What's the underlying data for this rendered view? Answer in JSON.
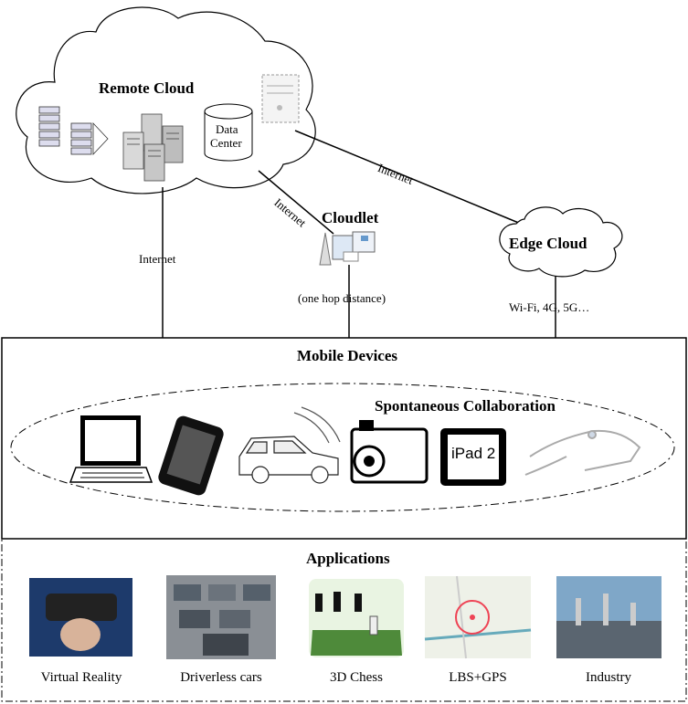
{
  "top": {
    "remote_cloud": "Remote Cloud",
    "data_center_line1": "Data",
    "data_center_line2": "Center",
    "cloudlet": "Cloudlet",
    "one_hop": "(one hop distance)",
    "edge_cloud": "Edge Cloud",
    "internet_left": "Internet",
    "internet_mid": "Internet",
    "internet_right": "Internet",
    "wireless": "Wi-Fi, 4G, 5G…"
  },
  "mobile": {
    "title": "Mobile Devices",
    "collab": "Spontaneous Collaboration",
    "ipad_text": "iPad 2"
  },
  "applications": {
    "title": "Applications",
    "items": [
      {
        "label": "Virtual Reality"
      },
      {
        "label": "Driverless cars"
      },
      {
        "label": "3D Chess"
      },
      {
        "label": "LBS+GPS"
      },
      {
        "label": "Industry"
      }
    ]
  }
}
